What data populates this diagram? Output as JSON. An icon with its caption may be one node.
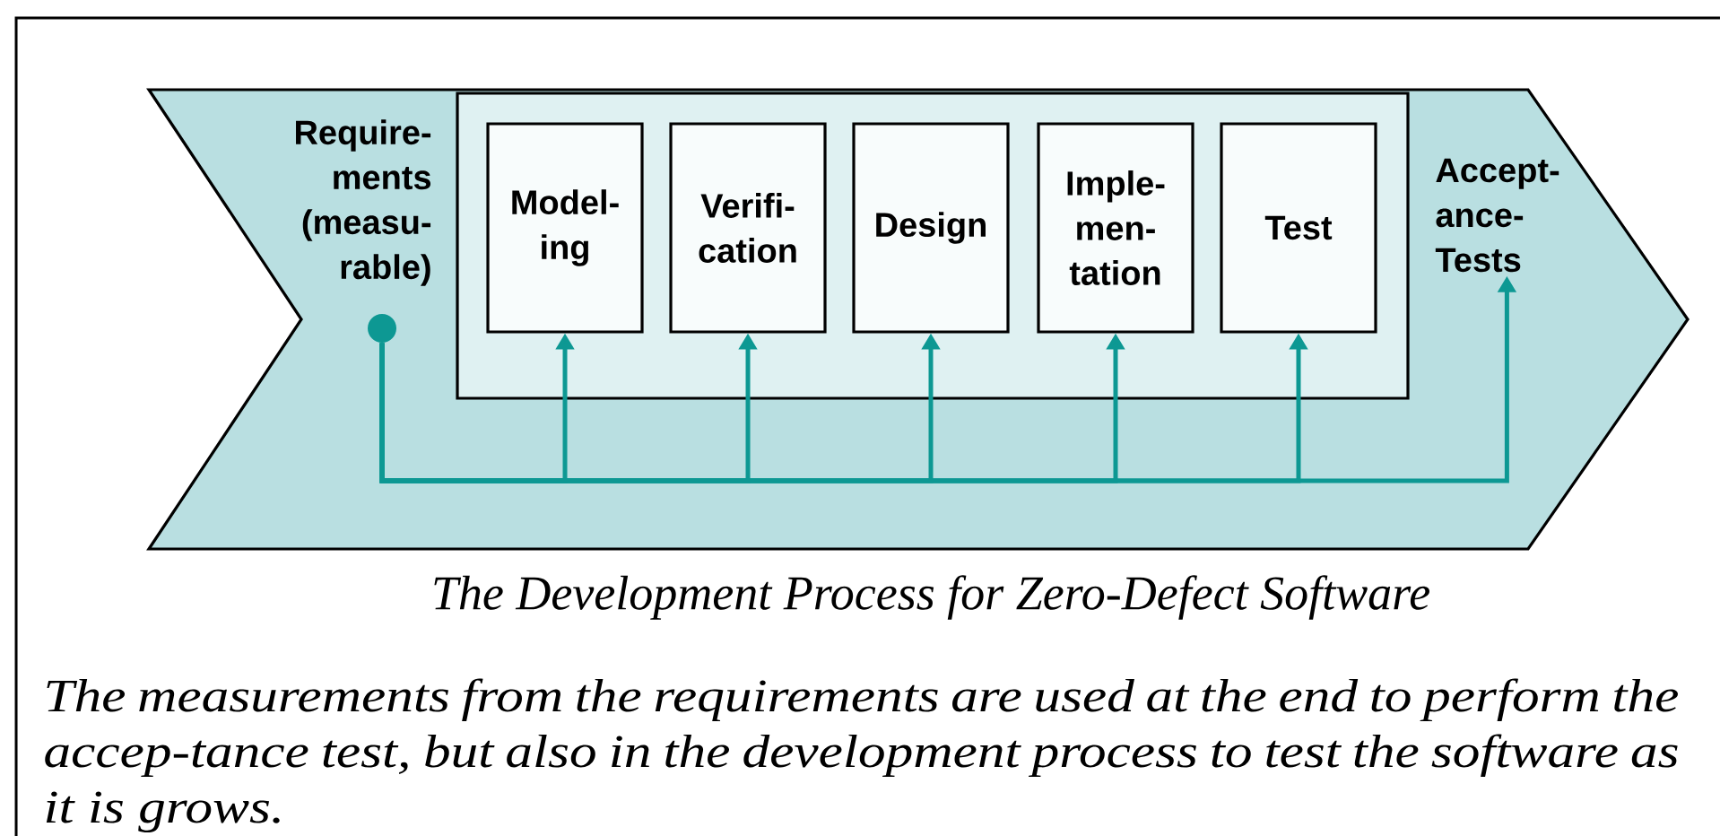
{
  "diagram": {
    "caption": "The Development Process for Zero-Defect Software",
    "nodes": [
      {
        "text": [],
        "shape": "chevron"
      },
      {
        "text": [
          "Require-ments (measu-rable)"
        ],
        "in": 0
      },
      {
        "text": [],
        "shape": "circle",
        "in": 0
      },
      {
        "text": [],
        "shape": "box",
        "in": 0
      },
      {
        "text": [
          "Model-ing"
        ],
        "in": 3
      },
      {
        "text": [
          "Verifi-cation"
        ],
        "in": 3
      },
      {
        "text": [
          "Design"
        ],
        "in": 3
      },
      {
        "text": [
          "Imple-men-tation"
        ],
        "in": 3
      },
      {
        "text": [
          "Test"
        ],
        "in": 3
      },
      {
        "text": [
          "Accept-ance-Tests"
        ],
        "in": 0
      }
    ],
    "edges": [
      {
        "from": 2,
        "to": 4,
        "arrow": "to"
      },
      {
        "from": 2,
        "to": 5,
        "arrow": "to"
      },
      {
        "from": 2,
        "to": 6,
        "arrow": "to"
      },
      {
        "from": 2,
        "to": 7,
        "arrow": "to"
      },
      {
        "from": 2,
        "to": 8,
        "arrow": "to"
      },
      {
        "from": 2,
        "to": 9,
        "arrow": "to"
      }
    ],
    "labels": [
      "The measurements from the requirements are used at the end to perform the accep-tance test, but also in the development process to test the software as it is grows."
    ]
  }
}
